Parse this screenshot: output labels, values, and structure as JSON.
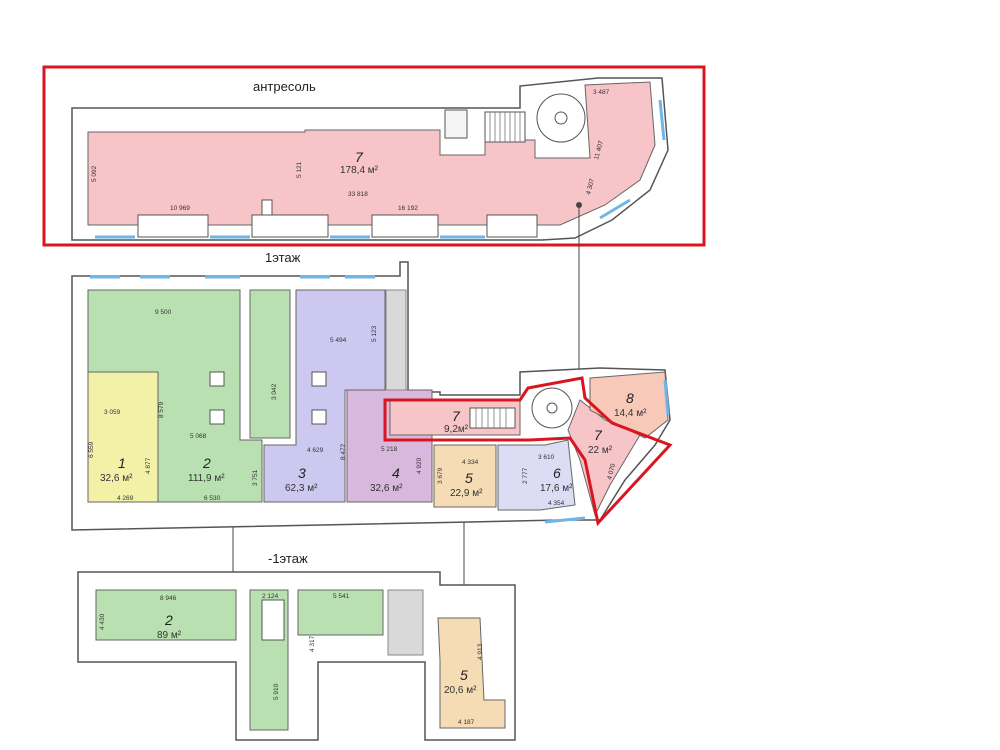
{
  "floors": {
    "mezzanine": "антресоль",
    "first": "1этаж",
    "basement": "-1этаж"
  },
  "rooms": {
    "mez_7": {
      "num": "7",
      "area": "178,4 м²"
    },
    "f1_1": {
      "num": "1",
      "area": "32,6 м²"
    },
    "f1_2": {
      "num": "2",
      "area": "111,9 м²"
    },
    "f1_3": {
      "num": "3",
      "area": "62,3 м²"
    },
    "f1_4": {
      "num": "4",
      "area": "32,6 м²"
    },
    "f1_5": {
      "num": "5",
      "area": "22,9 м²"
    },
    "f1_6": {
      "num": "6",
      "area": "17,6 м²"
    },
    "f1_7a": {
      "num": "7",
      "area": "9,2м²"
    },
    "f1_7b": {
      "num": "7",
      "area": "22 м²"
    },
    "f1_8": {
      "num": "8",
      "area": "14,4 м²"
    },
    "b_2": {
      "num": "2",
      "area": "89 м²"
    },
    "b_5": {
      "num": "5",
      "area": "20,6 м²"
    }
  },
  "dims": {
    "mez": [
      "5 092",
      "10 969",
      "5 121",
      "33 818",
      "16 192",
      "3 487",
      "11 407",
      "4 307"
    ],
    "f1": [
      "9 500",
      "3 059",
      "6 559",
      "8 579",
      "4 877",
      "4 269",
      "5 068",
      "6 530",
      "3 751",
      "3 042",
      "5 494",
      "5 123",
      "4 629",
      "8 472",
      "5 218",
      "4 920",
      "3 679",
      "4 334",
      "2 777",
      "3 610",
      "4 354",
      "4 070"
    ],
    "b": [
      "8 946",
      "4 430",
      "2 124",
      "5 541",
      "4 317",
      "5 910",
      "4 913",
      "4 187"
    ]
  },
  "colors": {
    "highlight": "#d9161f",
    "room_pink": "#f7c4c8",
    "room_green": "#b9e0b0",
    "room_yellow": "#f3f0a8",
    "room_lavender": "#cdc8f0",
    "room_mauve": "#d8b8dc",
    "room_peach": "#f6dcb5",
    "room_lightblue": "#dcdcf5",
    "room_salmon": "#f8c8b8",
    "wall": "#555555",
    "window": "#6fb6e6"
  }
}
